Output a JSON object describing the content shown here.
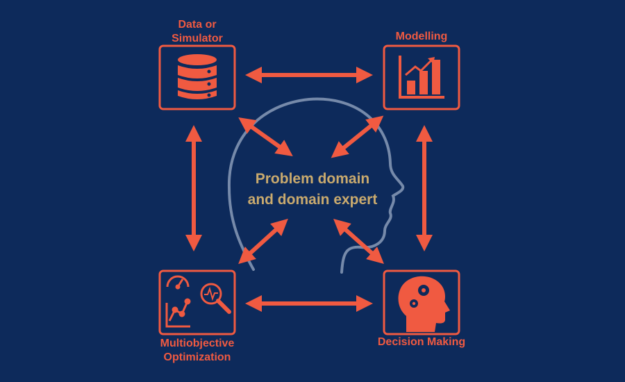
{
  "center": {
    "line1": "Problem domain",
    "line2": "and domain expert"
  },
  "nodes": {
    "data_simulator": {
      "line1": "Data or",
      "line2": "Simulator"
    },
    "modelling": {
      "label": "Modelling"
    },
    "multiobjective": {
      "line1": "Multiobjective",
      "line2": "Optimization"
    },
    "decision_making": {
      "label": "Decision Making"
    }
  },
  "colors": {
    "background": "#0d2a5b",
    "accent": "#f05a41",
    "center_text": "#c9aa6e",
    "head_outline": "#8a9bb8"
  },
  "icons": {
    "data_simulator": "database-icon",
    "modelling": "bar-chart-growth-icon",
    "multiobjective": "optimization-analytics-icon",
    "decision_making": "head-gears-icon"
  }
}
